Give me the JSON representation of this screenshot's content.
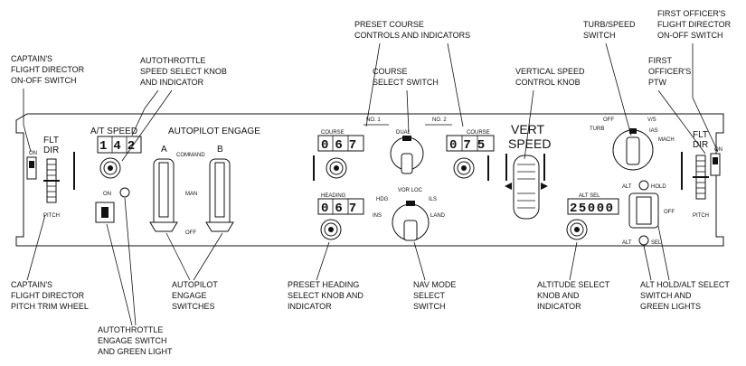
{
  "callouts": {
    "captain_fd": [
      "CAPTAIN'S",
      "FLIGHT DIRECTOR",
      "ON-OFF SWITCH"
    ],
    "at_speed_knob": [
      "AUTOTHROTTLE",
      "SPEED SELECT KNOB",
      "AND INDICATOR"
    ],
    "preset_course": [
      "PRESET COURSE",
      "CONTROLS AND INDICATORS"
    ],
    "course_select": [
      "COURSE",
      "SELECT SWITCH"
    ],
    "vs_knob": [
      "VERTICAL SPEED",
      "CONTROL KNOB"
    ],
    "turb_speed": [
      "TURB/SPEED",
      "SWITCH"
    ],
    "fo_fd": [
      "FIRST OFFICER'S",
      "FLIGHT DIRECTOR",
      "ON-OFF SWITCH"
    ],
    "fo_ptw": [
      "FIRST",
      "OFFICER'S",
      "PTW"
    ],
    "captain_ptw": [
      "CAPTAIN'S",
      "FLIGHT DIRECTOR",
      "PITCH TRIM WHEEL"
    ],
    "ap_engage": [
      "AUTOPILOT",
      "ENGAGE",
      "SWITCHES"
    ],
    "preset_heading": [
      "PRESET HEADING",
      "SELECT KNOB AND",
      "INDICATOR"
    ],
    "nav_mode": [
      "NAV MODE",
      "SELECT",
      "SWITCH"
    ],
    "alt_select": [
      "ALTITUDE SELECT",
      "KNOB AND",
      "INDICATOR"
    ],
    "alt_hold": [
      "ALT HOLD/ALT SELECT",
      "SWITCH AND",
      "GREEN LIGHTS"
    ],
    "at_engage": [
      "AUTOTHROTTLE",
      "ENGAGE SWITCH",
      "AND GREEN LIGHT"
    ]
  },
  "panel": {
    "flt_dir_left": [
      "FLT",
      "DIR"
    ],
    "flt_dir_right": [
      "FLT",
      "DIR"
    ],
    "on": "ON",
    "pitch": "PITCH",
    "at_speed_title": "A/T SPEED",
    "at_speed_value": "142",
    "at_on": "ON",
    "ap_title": "AUTOPILOT ENGAGE",
    "ap_a": "A",
    "ap_b": "B",
    "command": "COMMAND",
    "man": "MAN",
    "off": "OFF",
    "course": "COURSE",
    "course_value_1": "067",
    "course_value_2": "075",
    "no1": "NO. 1",
    "no2": "NO. 2",
    "dual": "DUAL",
    "heading": "HEADING",
    "heading_value": "067",
    "hdg": "HDG",
    "vor_loc": "VOR LOC",
    "ils": "ILS",
    "ins": "INS",
    "land": "LAND",
    "vert_speed": [
      "VERT",
      "SPEED"
    ],
    "turb": "TURB",
    "vs": "V/S",
    "ias": "IAS",
    "mach": "MACH",
    "alt_sel_title": "ALT SEL",
    "alt_sel_value": "25000",
    "alt": "ALT",
    "hold": "HOLD",
    "sel": "SEL"
  }
}
